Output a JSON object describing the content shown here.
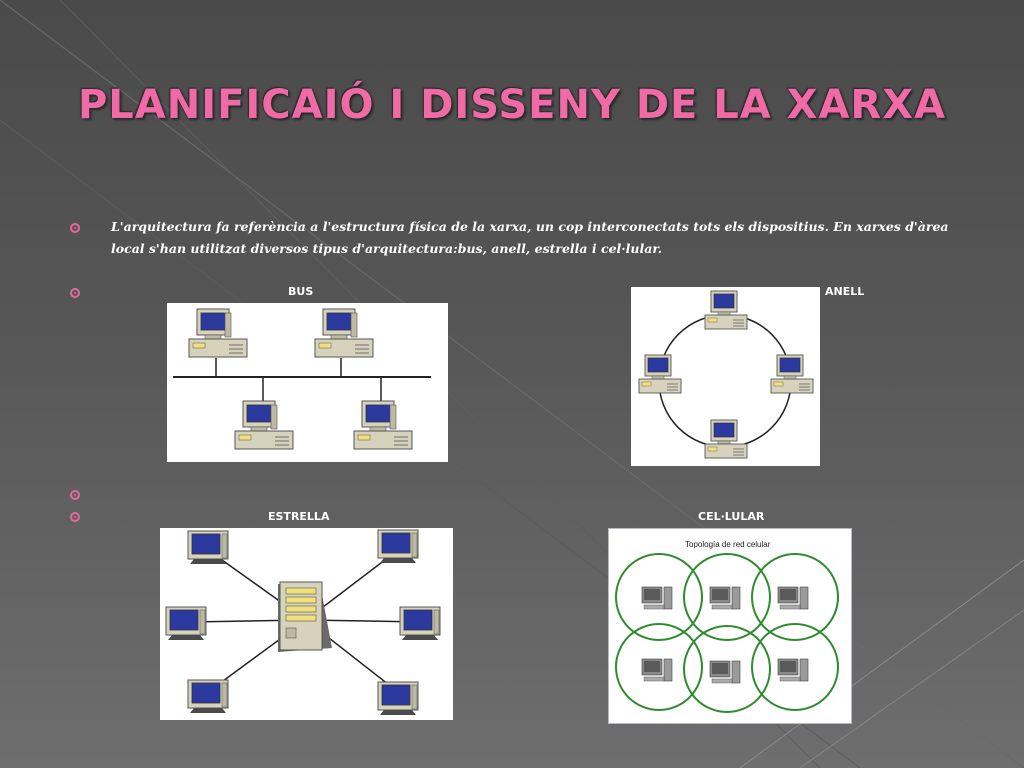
{
  "title": "PLANIFICAIÓ I DISSENY DE LA XARXA",
  "paragraph": "L'arquitectura fa referència a l'estructura física de la xarxa, un cop interconectats tots els dispositius. En xarxes d'àrea local s'han utilitzat diversos tipus d'arquitectura:bus, anell, estrella i cel·lular.",
  "labels": {
    "bus": "BUS",
    "anell": "ANELL",
    "estrella": "ESTRELLA",
    "cellular": "CEL·LULAR"
  },
  "cellular_caption": "Topología de red celular",
  "colors": {
    "accent": "#e9679f",
    "screen": "#2c3aa0",
    "case": "#d4d0b8",
    "cell_ring": "#2e8b2e"
  },
  "icons": [
    "bullet-icon",
    "computer-icon",
    "server-icon"
  ]
}
